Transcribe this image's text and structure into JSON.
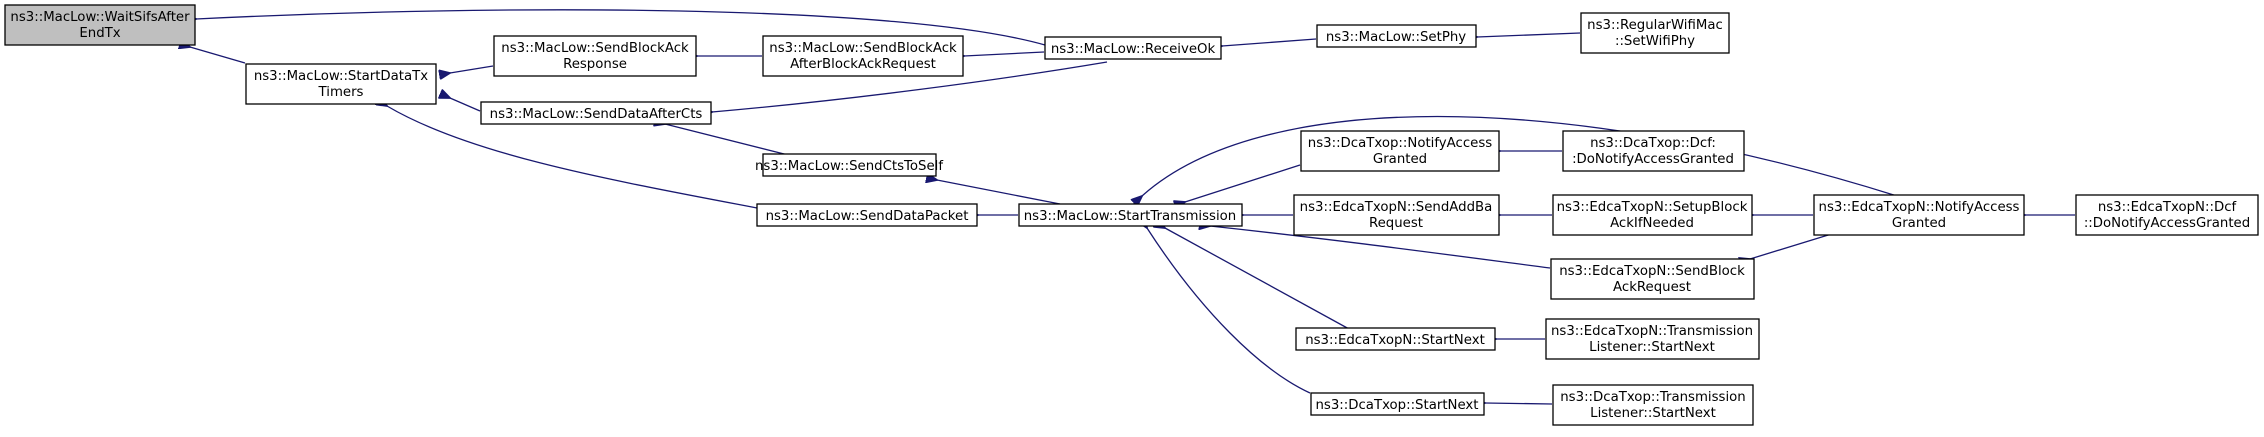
{
  "nodes": {
    "waitSifsAfterEndTx": [
      "ns3::MacLow::WaitSifsAfter",
      "EndTx"
    ],
    "startDataTxTimers": [
      "ns3::MacLow::StartDataTx",
      "Timers"
    ],
    "sendBlockAckResponse": [
      "ns3::MacLow::SendBlockAck",
      "Response"
    ],
    "sendBlockAckAfterBlockAckRequest": [
      "ns3::MacLow::SendBlockAck",
      "AfterBlockAckRequest"
    ],
    "receiveOk": [
      "ns3::MacLow::ReceiveOk"
    ],
    "setPhy": [
      "ns3::MacLow::SetPhy"
    ],
    "setWifiPhy": [
      "ns3::RegularWifiMac",
      "::SetWifiPhy"
    ],
    "sendDataAfterCts": [
      "ns3::MacLow::SendDataAfterCts"
    ],
    "sendCtsToSelf": [
      "ns3::MacLow::SendCtsToSelf"
    ],
    "sendDataPacket": [
      "ns3::MacLow::SendDataPacket"
    ],
    "startTransmission": [
      "ns3::MacLow::StartTransmission"
    ],
    "dcaNotifyAccessGranted": [
      "ns3::DcaTxop::NotifyAccess",
      "Granted"
    ],
    "dcfDoNotifyAccessGranted": [
      "ns3::DcaTxop::Dcf:",
      ":DoNotifyAccessGranted"
    ],
    "sendAddBaRequest": [
      "ns3::EdcaTxopN::SendAddBa",
      "Request"
    ],
    "setupBlockAckIfNeeded": [
      "ns3::EdcaTxopN::SetupBlock",
      "AckIfNeeded"
    ],
    "edcaNotifyAccessGranted": [
      "ns3::EdcaTxopN::NotifyAccess",
      "Granted"
    ],
    "edcaDcfDoNotifyAccessGranted": [
      "ns3::EdcaTxopN::Dcf",
      "::DoNotifyAccessGranted"
    ],
    "sendBlockAckRequest": [
      "ns3::EdcaTxopN::SendBlock",
      "AckRequest"
    ],
    "edcaStartNext": [
      "ns3::EdcaTxopN::StartNext"
    ],
    "edcaListenerStartNext": [
      "ns3::EdcaTxopN::Transmission",
      "Listener::StartNext"
    ],
    "dcaStartNext": [
      "ns3::DcaTxop::StartNext"
    ],
    "dcaListenerStartNext": [
      "ns3::DcaTxop::Transmission",
      "Listener::StartNext"
    ]
  }
}
